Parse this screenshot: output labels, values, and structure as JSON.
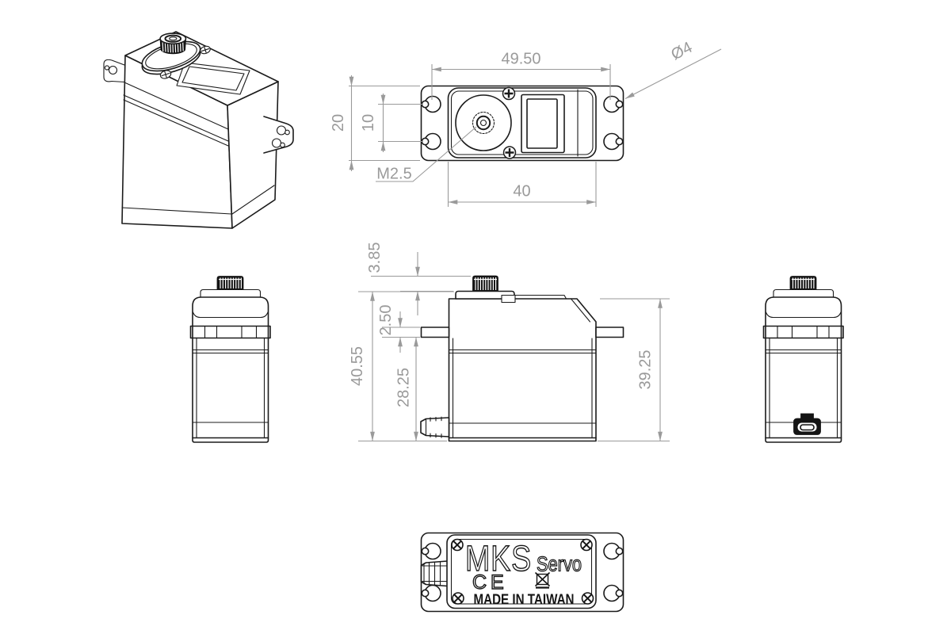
{
  "drawing": {
    "top_view": {
      "overall_width": "49.50",
      "hole_diameter": "Ø4",
      "flange_height": "20",
      "hole_spacing": "10",
      "screw_callout": "M2.5",
      "case_width": "40"
    },
    "front_view": {
      "shaft_height": "3.85",
      "overall_height": "40.55",
      "tab_thickness": "2.50",
      "lower_body_height": "28.25",
      "case_height": "39.25"
    },
    "bottom_view": {
      "brand": "MKS",
      "product": "Servo",
      "ce_mark": "CE",
      "made_in": "MADE IN TAIWAN"
    },
    "icons": {
      "weee_bin": "crossed-out-wheelie-bin",
      "screws": "phillips-screw",
      "connector": "servo-lead-connector"
    },
    "colors": {
      "line": "#1b1b1b",
      "dimension": "#9a9a9a",
      "background": "#ffffff"
    }
  }
}
